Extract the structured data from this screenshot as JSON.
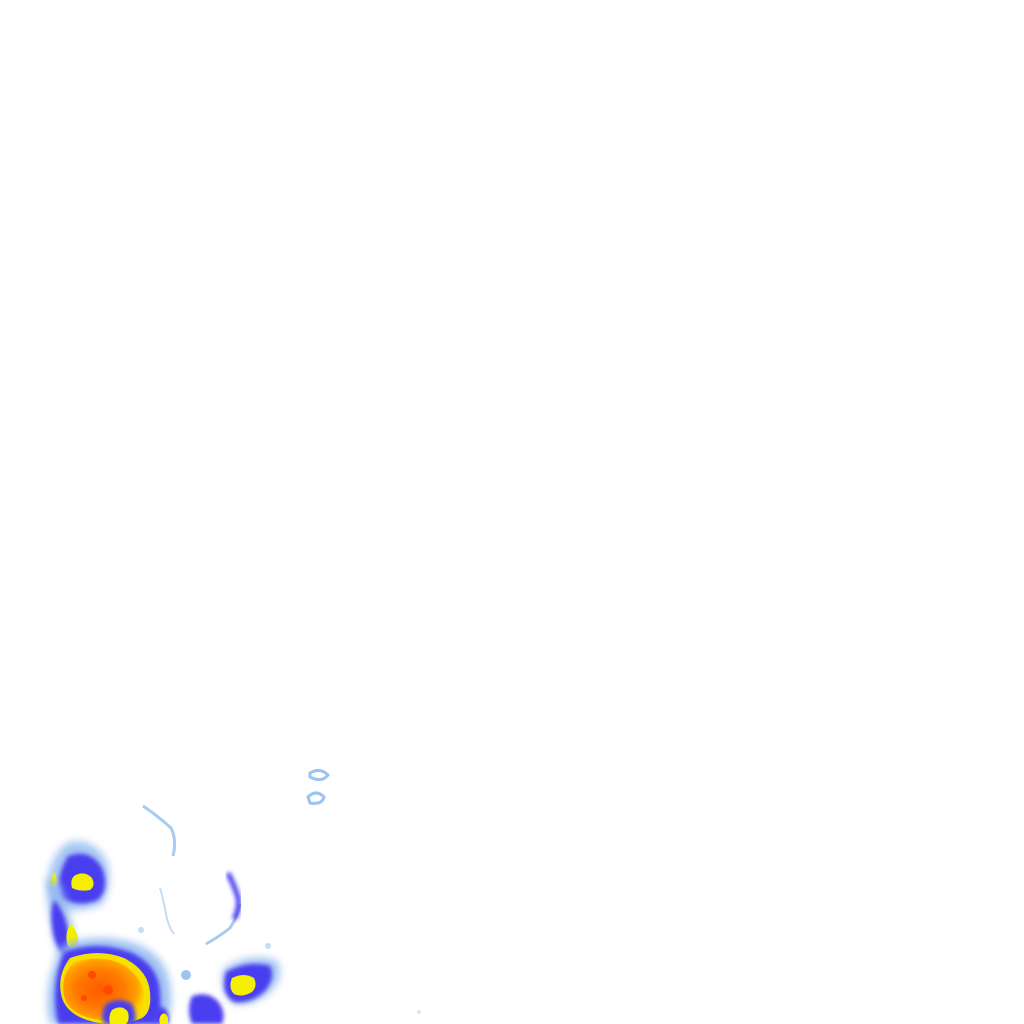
{
  "map": {
    "layer": "precipitation-intensity",
    "background_color": "#ffffff",
    "palette": {
      "trace": "#c8e0f8",
      "light": "#8fb8f0",
      "moderate": "#4a3cf0",
      "heavy": "#3020e0",
      "very_heavy": "#f5f000",
      "intense": "#ff9a00",
      "extreme": "#ff5a00"
    },
    "cells": [
      {
        "name": "northwest-cell",
        "intensity_levels": [
          "moderate",
          "very_heavy"
        ]
      },
      {
        "name": "western-band",
        "intensity_levels": [
          "moderate",
          "very_heavy"
        ]
      },
      {
        "name": "southwest-core",
        "intensity_levels": [
          "moderate",
          "very_heavy",
          "intense",
          "extreme"
        ]
      },
      {
        "name": "southern-cell",
        "intensity_levels": [
          "moderate",
          "very_heavy"
        ]
      },
      {
        "name": "eastern-cell",
        "intensity_levels": [
          "moderate",
          "very_heavy"
        ]
      },
      {
        "name": "scattered-light-echoes",
        "intensity_levels": [
          "trace",
          "light"
        ]
      }
    ]
  }
}
